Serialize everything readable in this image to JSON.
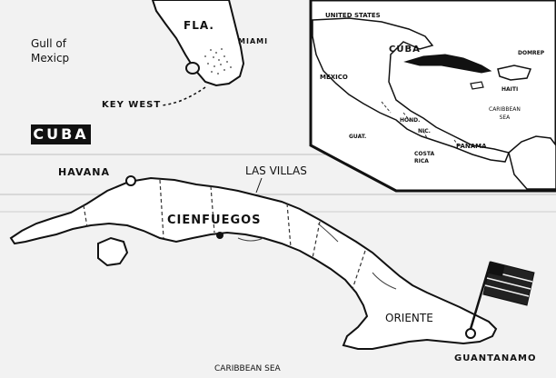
{
  "main_map": {
    "cuba_tag": "CUBA",
    "labels": {
      "gulf_of_mexico": "Gull of\nMexicp",
      "fla": "FLA.",
      "miami": "MIAMI",
      "key_west": "KEY WEST",
      "havana": "HAVANA",
      "las_villas": "LAS VILLAS",
      "cienfuegos": "CIENFUEGOS",
      "oriente": "ORIENTE",
      "guantanamo": "GUANTANAMO",
      "caribbean_sea": "CARIBBEAN SEA"
    }
  },
  "inset_map": {
    "labels": {
      "united_states": "UNITED STATES",
      "cuba": "CUBA",
      "mexico": "MEXICO",
      "domrep": "DOMREP",
      "haiti": "HAITI",
      "caribbean_sea": "CARIBBEAN\nSEA",
      "hond": "HOND.",
      "nic": "NIC.",
      "guat": "GUAT.",
      "costa_rica": "COSTA\nRICA",
      "panama": "PANAMA"
    }
  },
  "colors": {
    "ink": "#111111",
    "paper": "#f2f2f2",
    "land": "#ffffff"
  },
  "icons": [
    "city-dot-icon",
    "us-flag-icon"
  ]
}
